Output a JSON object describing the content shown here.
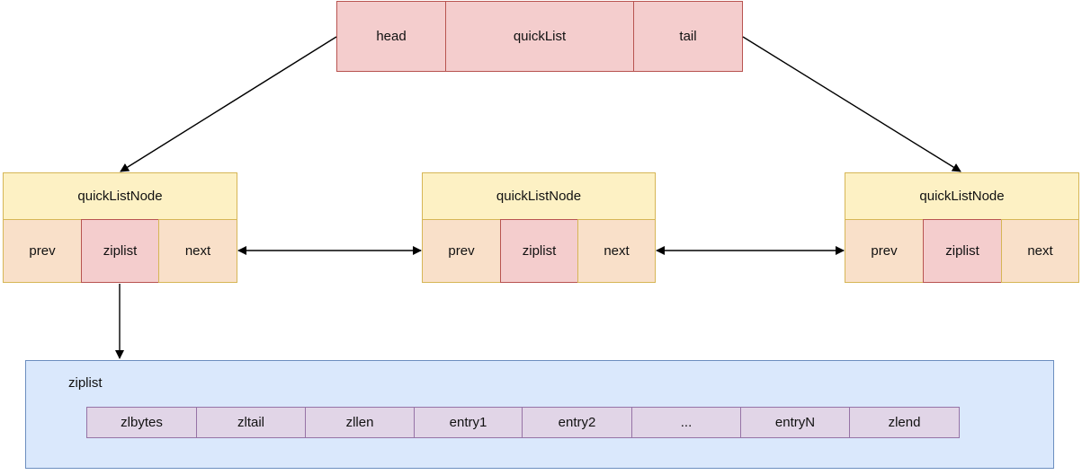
{
  "quicklist": {
    "head": "head",
    "title": "quickList",
    "tail": "tail"
  },
  "nodes": [
    {
      "title": "quickListNode",
      "prev": "prev",
      "ziplist": "ziplist",
      "next": "next"
    },
    {
      "title": "quickListNode",
      "prev": "prev",
      "ziplist": "ziplist",
      "next": "next"
    },
    {
      "title": "quickListNode",
      "prev": "prev",
      "ziplist": "ziplist",
      "next": "next"
    }
  ],
  "ziplist": {
    "label": "ziplist",
    "fields": [
      "zlbytes",
      "zltail",
      "zllen",
      "entry1",
      "entry2",
      "...",
      "entryN",
      "zlend"
    ]
  },
  "colors": {
    "quicklist_fill": "#f4cdcd",
    "quicklist_border": "#b85450",
    "node_title_fill": "#fdf1c4",
    "node_cell_fill": "#f9e0c9",
    "ziplist_container_fill": "#dae8fc",
    "ziplist_field_fill": "#e1d5e7"
  }
}
